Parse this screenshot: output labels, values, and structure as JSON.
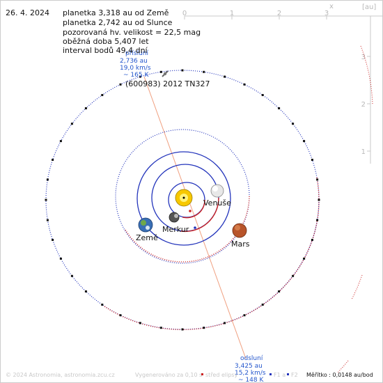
{
  "date": "26. 4. 2024",
  "info_lines": [
    "planetka 3,318 au od Země",
    "planetka 2,742 au od Slunce",
    "pozorovaná hv. velikost = 22,5 mag",
    "oběžná doba 5,407 let",
    "interval bodů 49,4 dní"
  ],
  "asteroid_name": "(600983) 2012 TN327",
  "perihelion": {
    "label": "přísluní",
    "distance": "2,736 au",
    "speed": "19,0 km/s",
    "temperature": "~ 165 K"
  },
  "aphelion": {
    "label": "odsluní",
    "distance": "3,425 au",
    "speed": "15,2 km/s",
    "temperature": "~ 148 K"
  },
  "planets": {
    "venus": "Venuše",
    "mercury": "Merkur",
    "earth": "Země",
    "mars": "Mars"
  },
  "axes": {
    "x_ticks": [
      "0",
      "1",
      "2",
      "3"
    ],
    "x_label": "x",
    "unit": "[au]",
    "y_ticks": [
      "3",
      "2",
      "1"
    ]
  },
  "footer": {
    "copyright": "© 2024 Astronomia, astronomia.zcu.cz",
    "generated": "Vygenerováno za 0,10 s",
    "legend_center": "střed elipsy",
    "legend_foci": "F1 a",
    "legend_f2": "F2",
    "scale": "Měřítko : 0,0148 au/bod"
  },
  "colors": {
    "asteroid_orbit": "#2233bb",
    "earth_orbit": "#2233bb",
    "venus_orbit": "#2233bb",
    "mercury_orbit": "#2233bb",
    "mars_orbit": "#cc2222",
    "apsis_line": "#f0a080",
    "annotation": "#2255cc"
  }
}
